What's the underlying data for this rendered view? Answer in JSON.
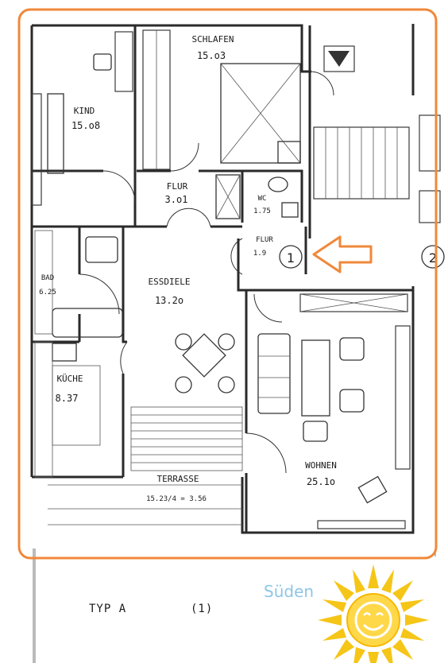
{
  "rooms": {
    "schlafen": {
      "name": "SCHLAFEN",
      "area": "15.o3"
    },
    "kind": {
      "name": "KIND",
      "area": "15.o8"
    },
    "flur_upper": {
      "name": "FLUR",
      "area": "3.o1"
    },
    "wc": {
      "name": "WC",
      "area": "1.75"
    },
    "flur_entry": {
      "name": "FLUR",
      "area": "1.9"
    },
    "bad": {
      "name": "BAD",
      "area": "6.25"
    },
    "essdiele": {
      "name": "ESSDIELE",
      "area": "13.2o"
    },
    "kueche": {
      "name": "KÜCHE",
      "area": "8.37"
    },
    "wohnen": {
      "name": "WOHNEN",
      "area": "25.1o"
    },
    "terrasse": {
      "name": "TERRASSE",
      "area": "15.23/4 = 3.56"
    }
  },
  "markers": {
    "entry_number": "1",
    "neighbor_number": "2"
  },
  "footer": {
    "type_label": "TYP A",
    "type_number": "(1)",
    "orientation": "Süden"
  },
  "colors": {
    "highlight": "#f0883a",
    "sun": "#f5c518",
    "orientation_text": "#8ec6e6"
  },
  "icons": [
    "north-arrow-icon",
    "entrance-arrow-icon",
    "sun-icon"
  ]
}
